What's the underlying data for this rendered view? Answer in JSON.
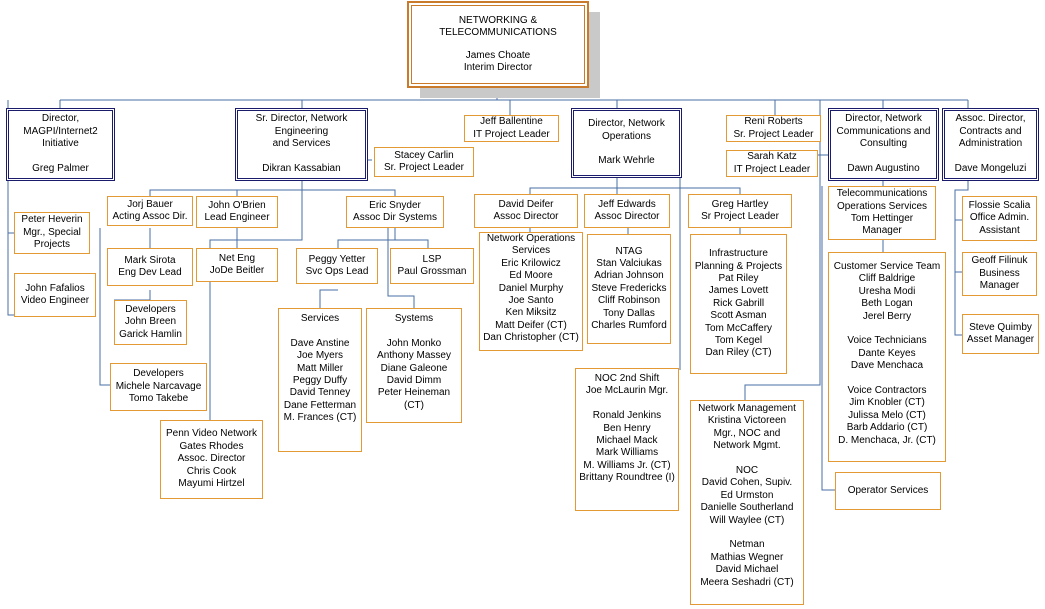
{
  "top": {
    "title": "NETWORKING &\nTELECOMMUNICATIONS",
    "name": "James Choate\nInterim Director"
  },
  "directors": {
    "magpi": "Director,\nMAGPI/Internet2\nInitiative\n\nGreg Palmer",
    "engineering": "Sr. Director, Network\nEngineering\nand Services\n\nDikran Kassabian",
    "operations": "Director, Network\nOperations\n\nMark Wehrle",
    "communications": "Director, Network\nCommunications and\nConsulting\n\nDawn Augustino",
    "contracts": "Assoc. Director,\nContracts and\nAdministration\n\nDave Mongeluzi"
  },
  "staff": {
    "ballentine": "Jeff Ballentine\nIT Project Leader",
    "carlin": "Stacey Carlin\nSr. Project Leader",
    "roberts": "Reni Roberts\nSr. Project Leader",
    "katz": "Sarah Katz\nIT Project Leader",
    "heverin": "Peter Heverin\nMgr., Special\nProjects",
    "fafalios": "John Fafalios\nVideo Engineer",
    "bauer": "Jorj Bauer\nActing Assoc Dir.",
    "obrien": "John O'Brien\nLead Engineer",
    "snyder": "Eric Snyder\nAssoc Dir Systems",
    "sirota": "Mark Sirota\nEng Dev Lead",
    "neteng": "Net Eng\nJoDe Beitler",
    "yetter": "Peggy Yetter\nSvc Ops Lead",
    "lsp": "LSP\nPaul Grossman",
    "dev1": "Developers\nJohn Breen\nGarick Hamlin",
    "dev2": "Developers\nMichele Narcavage\nTomo Takebe",
    "services": "Services\n\nDave Anstine\nJoe Myers\nMatt Miller\nPeggy Duffy\nDavid Tenney\nDane Fetterman\nM. Frances (CT)",
    "systems": "Systems\n\nJohn Monko\nAnthony Massey\nDiane Galeone\nDavid Dimm\nPeter Heineman\n(CT)",
    "pennvideo": "Penn Video Network\nGates Rhodes\nAssoc. Director\nChris Cook\nMayumi Hirtzel",
    "deifer": "David Deifer\nAssoc Director",
    "edwards": "Jeff Edwards\nAssoc Director",
    "hartley": "Greg Hartley\nSr Project Leader",
    "nocservices": "Network Operations\nServices\nEric Krilowicz\nEd Moore\nDaniel Murphy\nJoe Santo\nKen Miksitz\nMatt Deifer (CT)\nDan Christopher (CT)",
    "ntag": "NTAG\nStan Valciukas\nAdrian Johnson\nSteve Fredericks\nCliff Robinson\nTony Dallas\nCharles Rumford",
    "infra": "Infrastructure\nPlanning & Projects\nPat Riley\nJames Lovett\nRick Gabrill\nScott Asman\nTom McCaffery\nTom Kegel\nDan Riley (CT)",
    "noc2": "NOC 2nd Shift\nJoe McLaurin Mgr.\n\nRonald Jenkins\nBen Henry\nMichael Mack\nMark Williams\nM. Williams Jr. (CT)\nBrittany Roundtree (I)",
    "netmgmt": "Network Management\nKristina Victoreen\nMgr., NOC and\nNetwork Mgmt.\n\nNOC\nDavid Cohen, Supiv.\nEd Urmston\nDanielle Southerland\nWill Waylee (CT)\n\nNetman\nMathias Wegner\nDavid Michael\nMeera Seshadri (CT)",
    "telecom": "Telecommunications\nOperations Services\nTom Hettinger\nManager",
    "customer": "Customer Service Team\nCliff Baldrige\nUresha Modi\nBeth Logan\nJerel Berry\n\nVoice Technicians\nDante Keyes\nDave Menchaca\n\nVoice Contractors\nJim Knobler (CT)\nJulissa Melo (CT)\nBarb Addario (CT)\nD. Menchaca, Jr. (CT)",
    "operator": "Operator Services",
    "scalia": "Flossie Scalia\nOffice Admin.\nAssistant",
    "filinuk": "Geoff Filinuk\nBusiness\nManager",
    "quimby": "Steve Quimby\nAsset Manager"
  }
}
